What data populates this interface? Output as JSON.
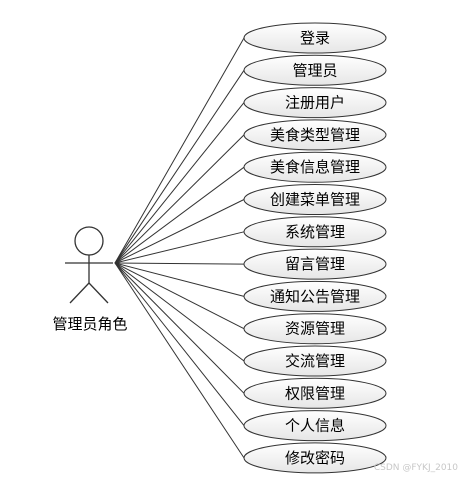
{
  "actor": {
    "label": "管理员角色"
  },
  "use_cases": [
    "登录",
    "管理员",
    "注册用户",
    "美食类型管理",
    "美食信息管理",
    "创建菜单管理",
    "系统管理",
    "留言管理",
    "通知公告管理",
    "资源管理",
    "交流管理",
    "权限管理",
    "个人信息",
    "修改密码"
  ],
  "watermark": "CSDN @FYKJ_2010",
  "colors": {
    "line": "#333333",
    "ellipse_fill_top": "#ffffff",
    "ellipse_fill_bottom": "#e6e6e6",
    "text": "#000000"
  }
}
